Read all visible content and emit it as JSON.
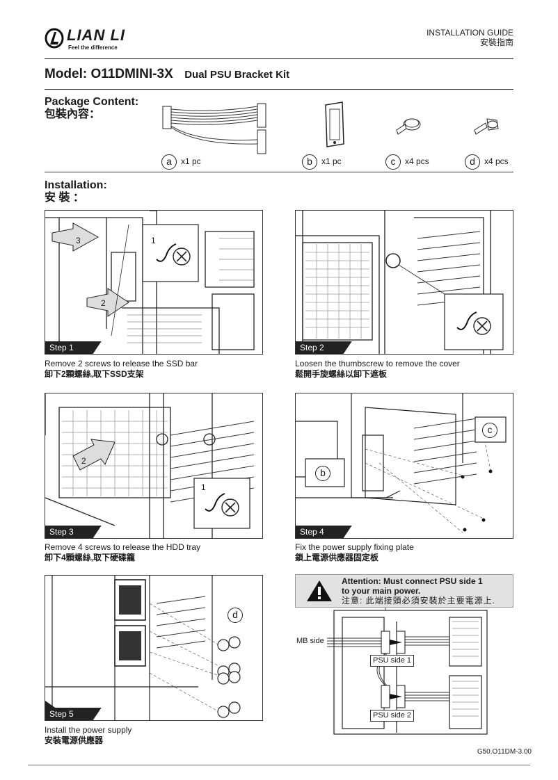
{
  "brand": {
    "name": "LIAN LI",
    "tagline": "Feel the difference"
  },
  "header": {
    "guide_en": "INSTALLATION GUIDE",
    "guide_zh": "安裝指南"
  },
  "model": {
    "name": "Model: O11DMINI-3X",
    "product": "Dual PSU Bracket Kit"
  },
  "package": {
    "title_en": "Package Content:",
    "title_zh": "包裝內容：",
    "items": [
      {
        "letter": "a",
        "qty": "x1 pc"
      },
      {
        "letter": "b",
        "qty": "x1 pc"
      },
      {
        "letter": "c",
        "qty": "x4 pcs"
      },
      {
        "letter": "d",
        "qty": "x4 pcs"
      }
    ]
  },
  "installation": {
    "title_en": "Installation:",
    "title_zh": "安 裝 ："
  },
  "steps": [
    {
      "label": "Step 1",
      "cap_en": "Remove 2 screws to release the SSD bar",
      "cap_zh": "卸下2顆螺絲,取下SSD支架",
      "marks": [
        "1",
        "2",
        "3"
      ]
    },
    {
      "label": "Step 2",
      "cap_en": "Loosen the thumbscrew to remove the cover",
      "cap_zh": "鬆開手旋螺絲以卸下遮板"
    },
    {
      "label": "Step 3",
      "cap_en": "Remove 4 screws to release the HDD tray",
      "cap_zh": "卸下4顆螺絲,取下硬碟籠",
      "marks": [
        "1",
        "2"
      ]
    },
    {
      "label": "Step 4",
      "cap_en": "Fix the power supply fixing plate",
      "cap_zh": "鎖上電源供應器固定板",
      "marks": [
        "b",
        "c"
      ]
    },
    {
      "label": "Step 5",
      "cap_en": "Install the power supply",
      "cap_zh": "安裝電源供應器",
      "marks": [
        "d"
      ]
    }
  ],
  "attention": {
    "line1": "Attention: Must connect PSU side 1",
    "line2": "to your main power.",
    "line3": "注意: 此端接頭必須安裝於主要電源上.",
    "labels": {
      "mb": "MB side",
      "psu1": "PSU side 1",
      "psu2": "PSU side 2"
    }
  },
  "doc_code": "G50.O11DM-3.00"
}
